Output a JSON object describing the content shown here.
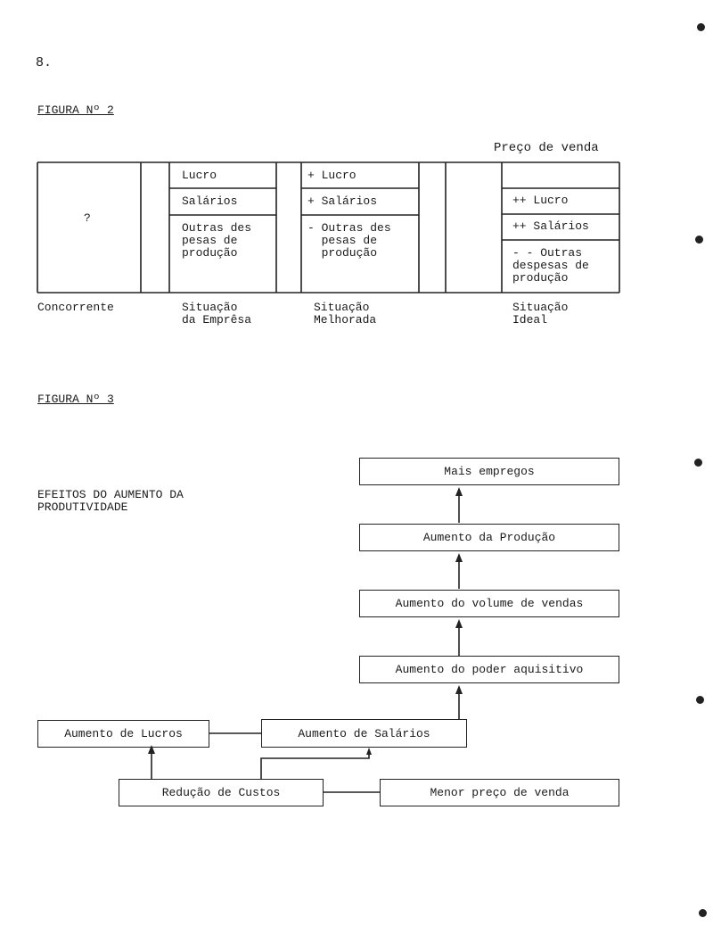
{
  "page_number": "8.",
  "figure2": {
    "caption": "FIGURA Nº 2",
    "price_label": "Preço de venda",
    "question_mark": "?",
    "empresa": {
      "lucro": "Lucro",
      "salarios": "Salários",
      "outras": "Outras des\npesas de\nprodução"
    },
    "melhorada": {
      "lucro": "+ Lucro",
      "salarios": "+ Salários",
      "outras": "- Outras des\n  pesas de\n  produção"
    },
    "ideal": {
      "lucro": "++ Lucro",
      "salarios": "++ Salários",
      "outras": "- - Outras\ndespesas de\nprodução"
    },
    "labels": {
      "concorrente": "Concorrente",
      "empresa": "Situação\nda Emprêsa",
      "melhorada": "Situação\nMelhorada",
      "ideal": "Situação\nIdeal"
    }
  },
  "figure3": {
    "caption": "FIGURA Nº 3",
    "title": "EFEITOS DO AUMENTO DA\nPRODUTIVIDADE",
    "boxes": {
      "empregos": "Mais empregos",
      "producao": "Aumento da Produção",
      "vendas": "Aumento do volume de vendas",
      "poder": "Aumento do poder aquisitivo",
      "salarios": "Aumento de Salários",
      "lucros": "Aumento de Lucros",
      "custos": "Redução de Custos",
      "preco": "Menor preço de venda"
    }
  }
}
